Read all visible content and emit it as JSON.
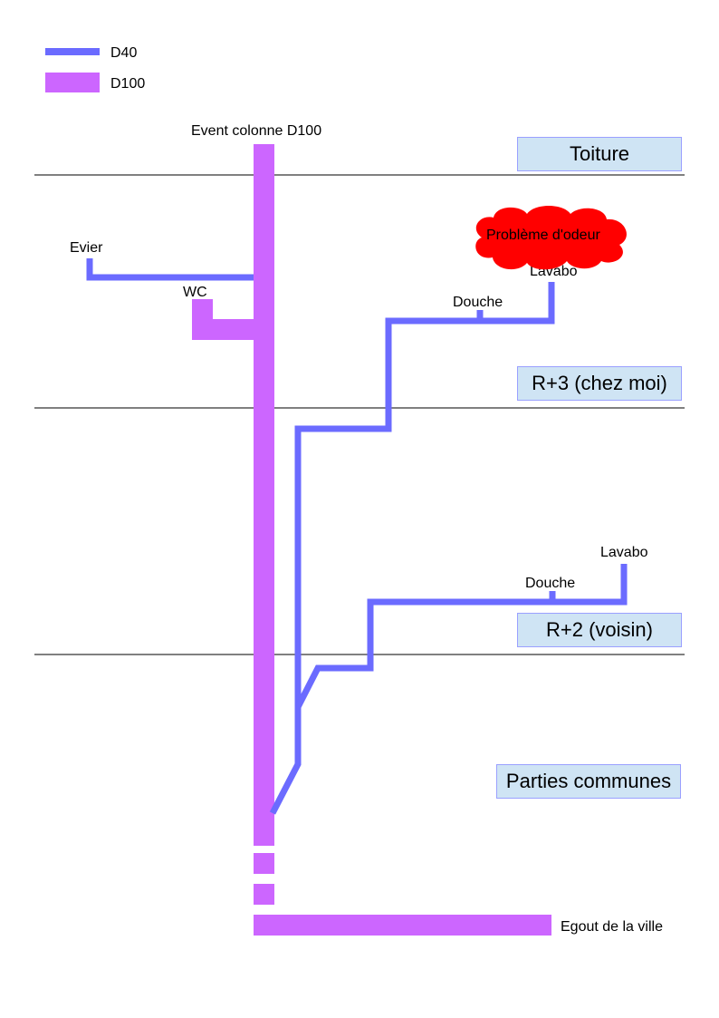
{
  "legend": {
    "items": [
      {
        "label": "D40",
        "color": "#6b6bff",
        "kind": "thin"
      },
      {
        "label": "D100",
        "color": "#cc66ff",
        "kind": "thick"
      }
    ]
  },
  "colors": {
    "d40": "#6b6bff",
    "d100": "#cc66ff",
    "zone_fill": "#cfe4f4",
    "zone_border": "#9aa0ff",
    "problem_cloud": "#ff0000",
    "floor_line": "#000000"
  },
  "labels": {
    "vent": "Event colonne D100",
    "evier": "Evier",
    "wc": "WC",
    "problem": "Problème d'odeur",
    "r3_lavabo": "Lavabo",
    "r3_douche": "Douche",
    "r2_lavabo": "Lavabo",
    "r2_douche": "Douche",
    "sewer": "Egout de la ville"
  },
  "zones": [
    {
      "label": "Toiture"
    },
    {
      "label": "R+3 (chez moi)"
    },
    {
      "label": "R+2 (voisin)"
    },
    {
      "label": "Parties communes"
    }
  ]
}
